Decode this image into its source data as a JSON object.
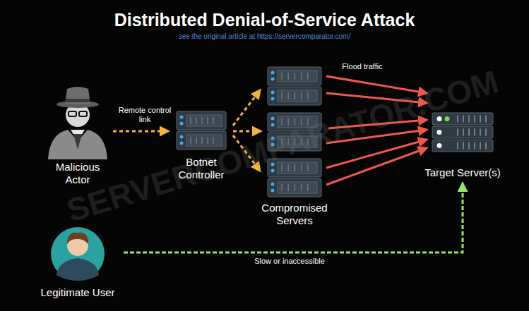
{
  "diagram": {
    "title": "Distributed Denial-of-Service Attack",
    "nodes": [
      {
        "text": [
          "Malicious Actor"
        ]
      },
      {
        "text": [
          "Botnet Controller"
        ]
      },
      {
        "text": [
          "Compromised Servers"
        ]
      },
      {
        "text": [
          "Target Server(s)"
        ]
      },
      {
        "text": [
          "Legitimate User"
        ]
      }
    ],
    "edges": [
      {
        "from": 0,
        "to": 1,
        "label": "Remote control link",
        "arrow": "to"
      },
      {
        "from": 1,
        "to": 2,
        "arrow": "to"
      },
      {
        "from": 2,
        "to": 3,
        "label": "Flood traffic",
        "arrow": "to"
      },
      {
        "from": 4,
        "to": 3,
        "label": "Slow or inaccessible",
        "arrow": "to"
      }
    ],
    "labels": [
      "see the original article at https://servercomparator.com/",
      "SERVERCOMPARATOR.COM"
    ]
  }
}
